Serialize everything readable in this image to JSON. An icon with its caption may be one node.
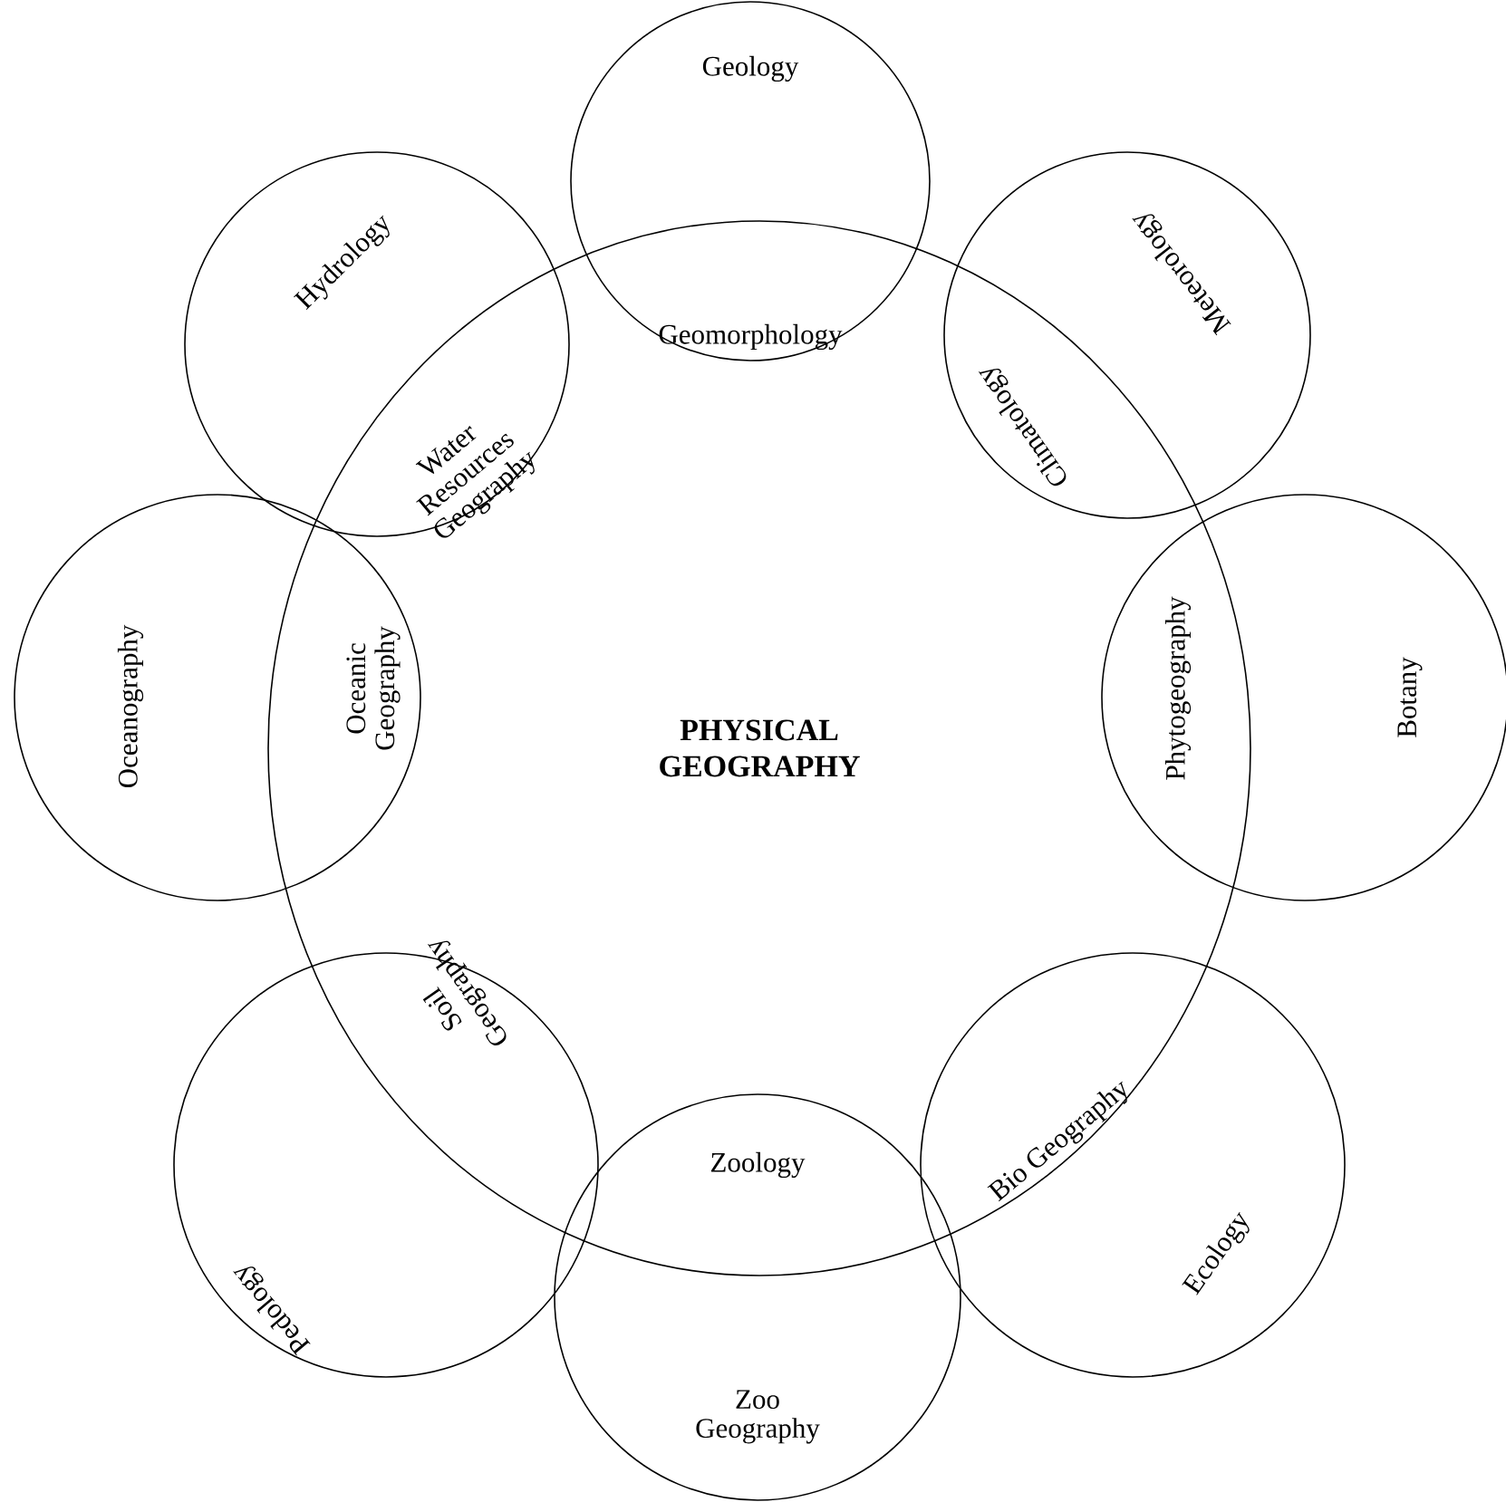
{
  "diagram": {
    "nodes": [
      {
        "text": [
          "PHYSICAL GEOGRAPHY"
        ]
      },
      {
        "text": [
          "Geology",
          "Geomorphology"
        ]
      },
      {
        "text": [
          "Hydrology",
          "Water Resources Geography"
        ]
      },
      {
        "text": [
          "Meteorology",
          "Climatology"
        ]
      },
      {
        "text": [
          "Oceanography",
          "Oceanic Geography"
        ]
      },
      {
        "text": [
          "Botany",
          "Phytogeography"
        ]
      },
      {
        "text": [
          "Pedology",
          "Soil Geography"
        ]
      },
      {
        "text": [
          "Ecology",
          "Bio Geography"
        ]
      },
      {
        "text": [
          "Zoology",
          "Zoo Geography"
        ]
      }
    ],
    "edges": []
  }
}
